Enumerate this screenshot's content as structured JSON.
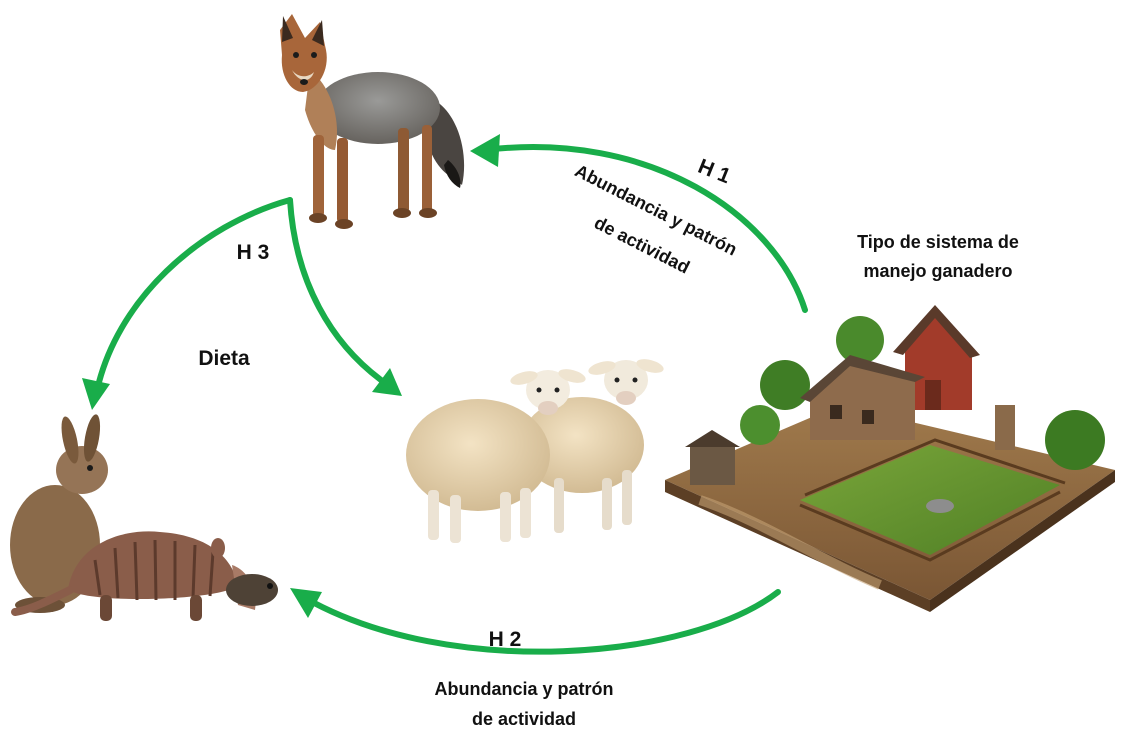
{
  "diagram": {
    "arrow_color": "#19ad4a",
    "nodes": [
      {
        "id": "fox",
        "icon": "fox-icon"
      },
      {
        "id": "sheep",
        "icon": "sheep-icon"
      },
      {
        "id": "prey",
        "icon": "hare-armadillo-rodent-icon"
      },
      {
        "id": "farm",
        "icon": "livestock-farm-icon"
      }
    ],
    "labels": {
      "farm_title_line1": "Tipo de sistema de",
      "farm_title_line2": "manejo ganadero",
      "h1": "H 1",
      "h1_desc_line1": "Abundancia  y patrón",
      "h1_desc_line2": "de actividad",
      "h2": "H 2",
      "h2_desc_line1": "Abundancia  y patrón",
      "h2_desc_line2": "de actividad",
      "h3": "H 3",
      "dieta": "Dieta"
    }
  }
}
